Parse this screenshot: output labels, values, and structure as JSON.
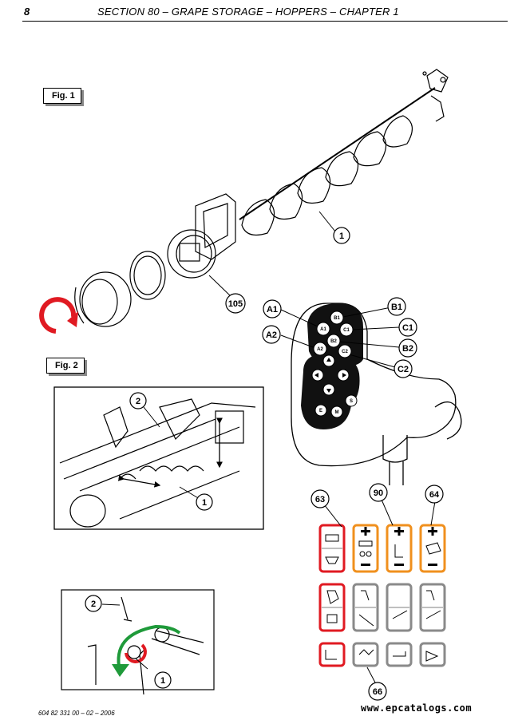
{
  "header": {
    "page_number": "8",
    "title": "SECTION 80 – GRAPE STORAGE – HOPPERS – CHAPTER 1"
  },
  "figures": {
    "fig1_label": "Fig. 1",
    "fig2_label": "Fig. 2"
  },
  "callouts": {
    "c1": "1",
    "c105": "105",
    "c2_fig2": "2",
    "c1_fig2": "1",
    "c2_inset": "2",
    "c1_inset": "1",
    "A1": "A1",
    "A2": "A2",
    "B1": "B1",
    "C1": "C1",
    "B2": "B2",
    "C2": "C2",
    "c63": "63",
    "c90": "90",
    "c64": "64",
    "c66": "66"
  },
  "joystick_buttons": {
    "b1": "B1",
    "a1": "A1",
    "c1": "C1",
    "b2": "B2",
    "a2": "A2",
    "c2": "C2",
    "e": "E",
    "m": "M",
    "s": "S"
  },
  "colors": {
    "red": "#e01a22",
    "orange": "#f0901e",
    "grey": "#8a8a8a",
    "green": "#1f9a3a"
  },
  "footer": {
    "doc_code": "604 82 331 00 – 02 – 2006",
    "site": "www.epcatalogs.com"
  }
}
